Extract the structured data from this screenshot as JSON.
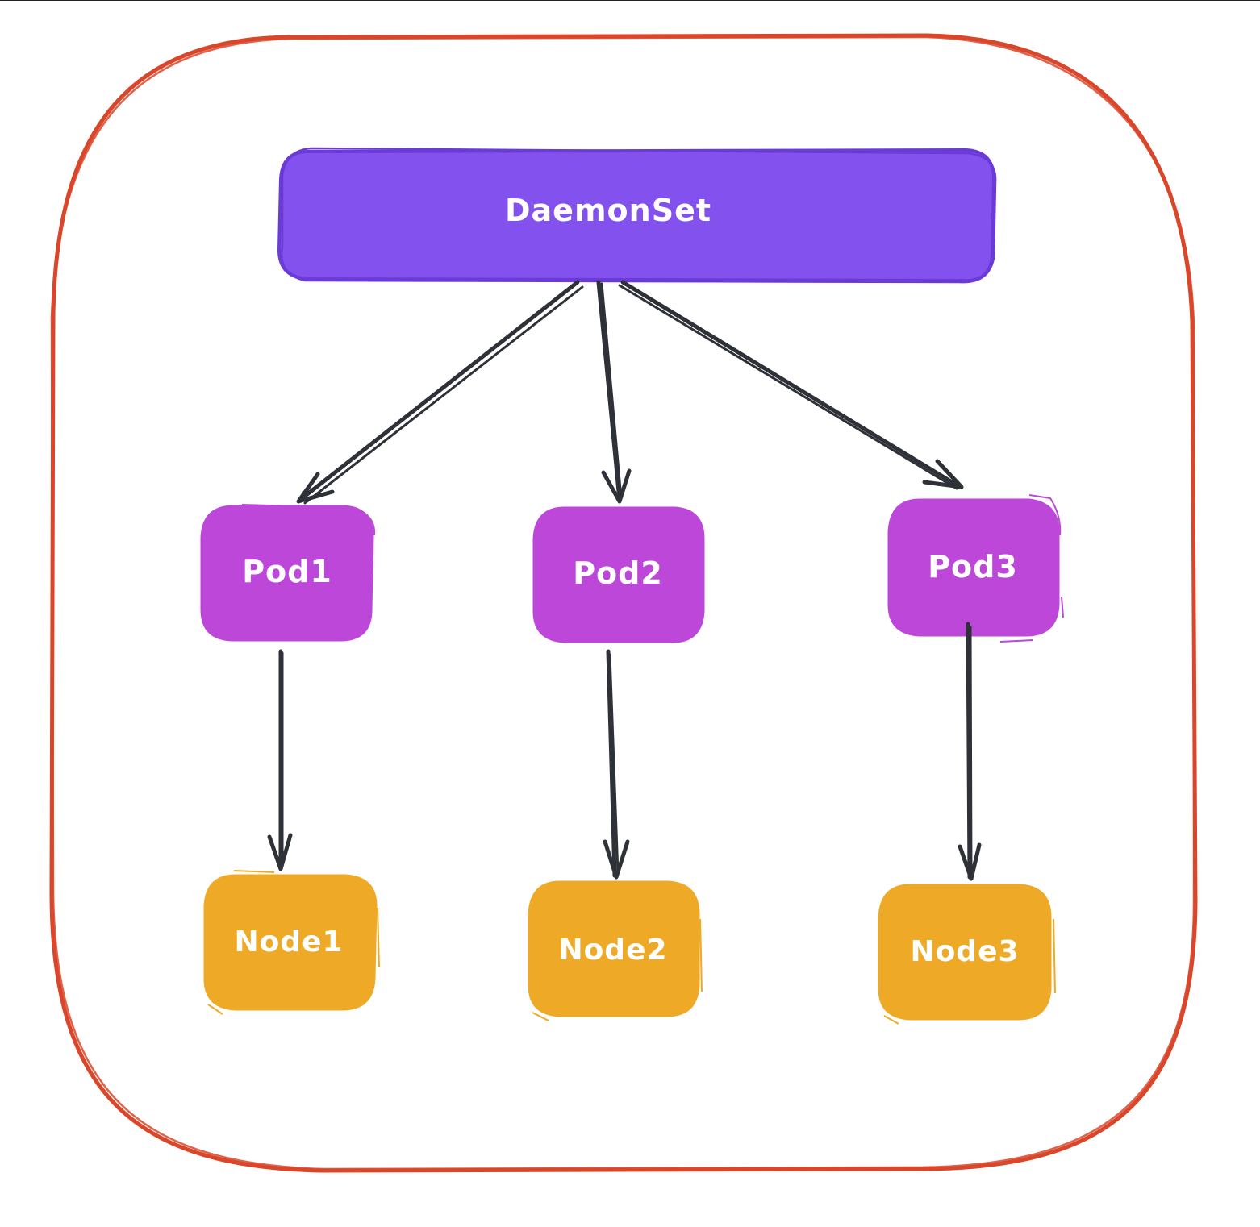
{
  "colors": {
    "frame": "#d9462a",
    "daemonset": "#8352ee",
    "daemonset_border": "#6a3bd6",
    "pod": "#bc47d8",
    "node": "#eeaa27",
    "arrow": "#2e3138",
    "label": "#ffffff"
  },
  "daemonset": {
    "label": "DaemonSet"
  },
  "pods": [
    {
      "label": "Pod1"
    },
    {
      "label": "Pod2"
    },
    {
      "label": "Pod3"
    }
  ],
  "nodes": [
    {
      "label": "Node1"
    },
    {
      "label": "Node2"
    },
    {
      "label": "Node3"
    }
  ]
}
